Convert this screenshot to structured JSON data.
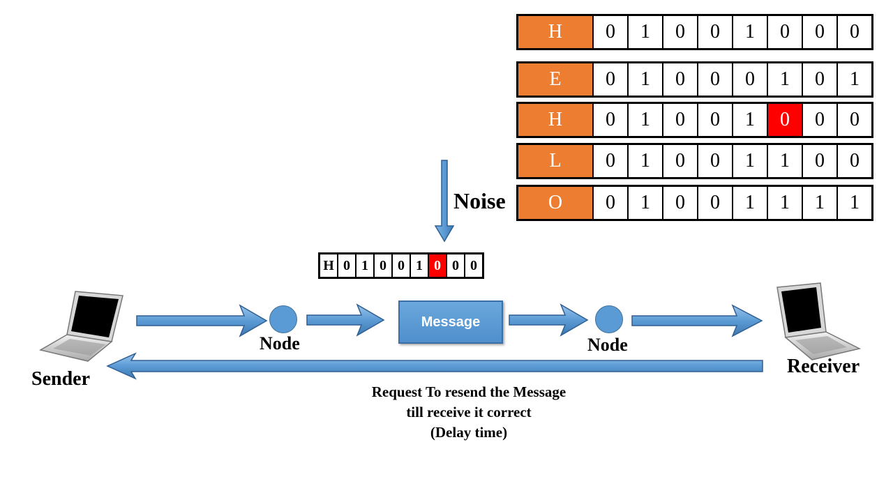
{
  "bit_table": {
    "rows": [
      {
        "letter": "H",
        "bits": [
          "0",
          "1",
          "0",
          "0",
          "1",
          "0",
          "0",
          "0"
        ],
        "error_index": -1
      },
      {
        "letter": "E",
        "bits": [
          "0",
          "1",
          "0",
          "0",
          "0",
          "1",
          "0",
          "1"
        ],
        "error_index": -1
      },
      {
        "letter": "H",
        "bits": [
          "0",
          "1",
          "0",
          "0",
          "1",
          "0",
          "0",
          "0"
        ],
        "error_index": 5
      },
      {
        "letter": "L",
        "bits": [
          "0",
          "1",
          "0",
          "0",
          "1",
          "1",
          "0",
          "0"
        ],
        "error_index": -1
      },
      {
        "letter": "O",
        "bits": [
          "0",
          "1",
          "0",
          "0",
          "1",
          "1",
          "1",
          "1"
        ],
        "error_index": -1
      }
    ],
    "letter_color": "#ED7D31",
    "error_color": "#FF0000"
  },
  "packet": {
    "cells": [
      "H",
      "0",
      "1",
      "0",
      "0",
      "1",
      "0",
      "0",
      "0"
    ],
    "error_index": 6
  },
  "labels": {
    "noise": "Noise",
    "node_1": "Node",
    "node_2": "Node",
    "message": "Message",
    "sender": "Sender",
    "receiver": "Receiver"
  },
  "caption": {
    "line1": "Request To resend the Message",
    "line2": "till receive it correct",
    "line3": "(Delay time)"
  },
  "colors": {
    "arrow_blue": "#5B9BD5",
    "node_blue": "#5B9BD5"
  },
  "icons": [
    "laptop-icon",
    "laptop-icon"
  ]
}
